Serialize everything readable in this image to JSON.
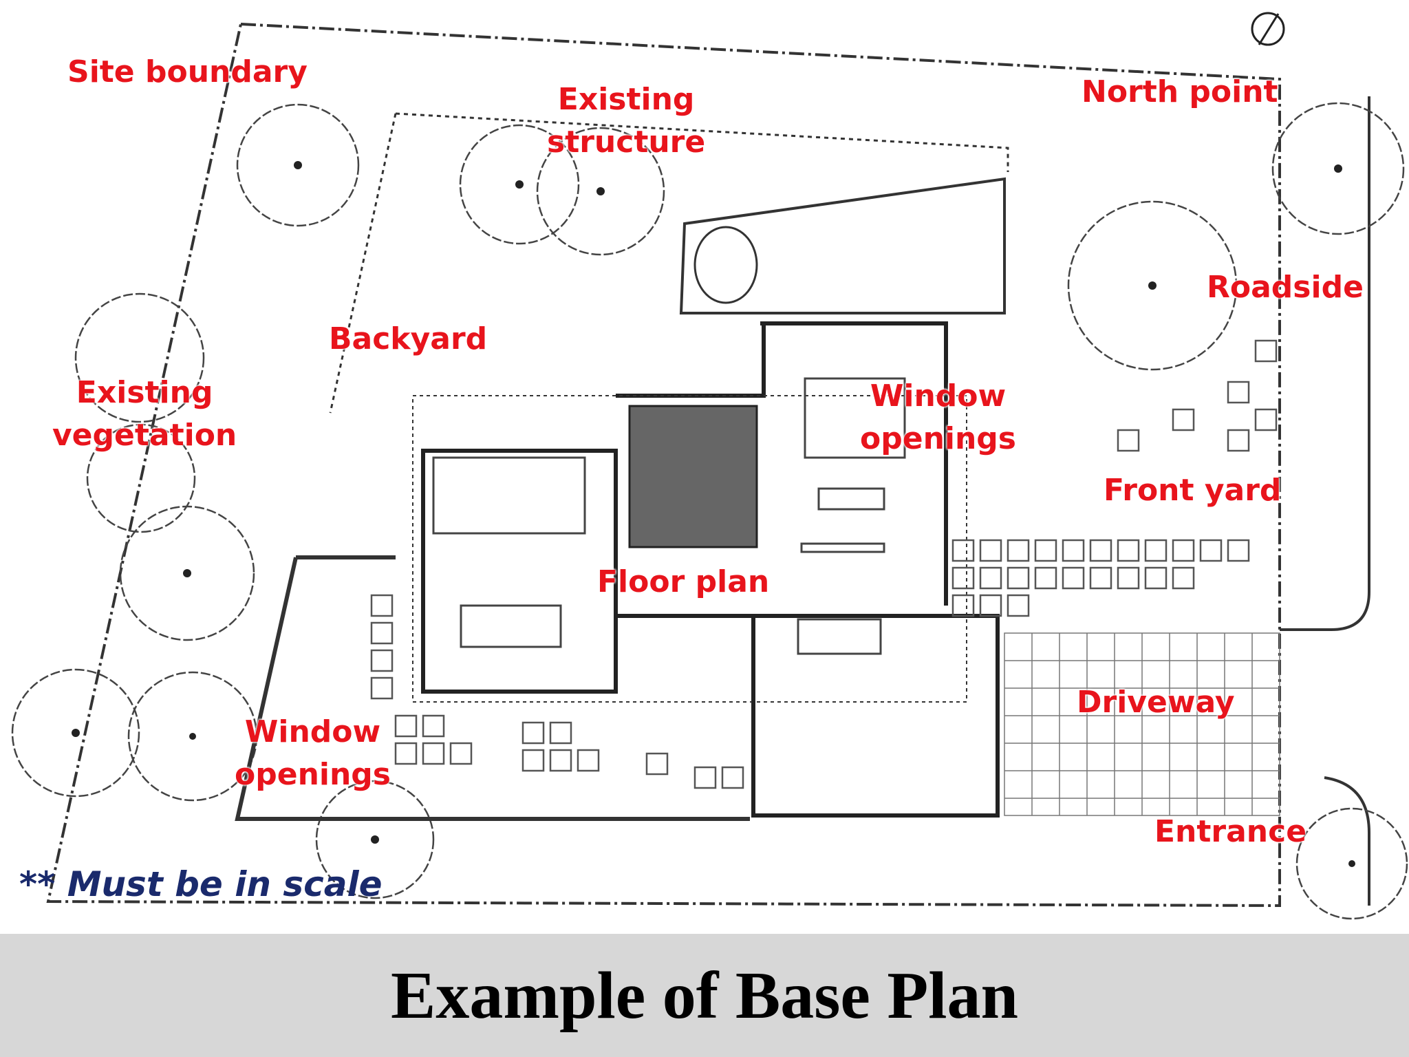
{
  "labels": {
    "site_boundary": "Site boundary",
    "existing_structure": "Existing\nstructure",
    "north_point": "North point",
    "roadside": "Roadside",
    "backyard": "Backyard",
    "existing_vegetation": "Existing\nvegetation",
    "window_openings_right": "Window\nopenings",
    "front_yard": "Front yard",
    "floor_plan": "Floor plan",
    "window_openings_left": "Window\nopenings",
    "driveway": "Driveway",
    "entrance": "Entrance"
  },
  "note": "** Must be in scale",
  "title": "Example of Base Plan",
  "colors": {
    "label_red": "#e8141c",
    "note_navy": "#1a2a6c",
    "banner_gray": "#d7d7d7"
  }
}
